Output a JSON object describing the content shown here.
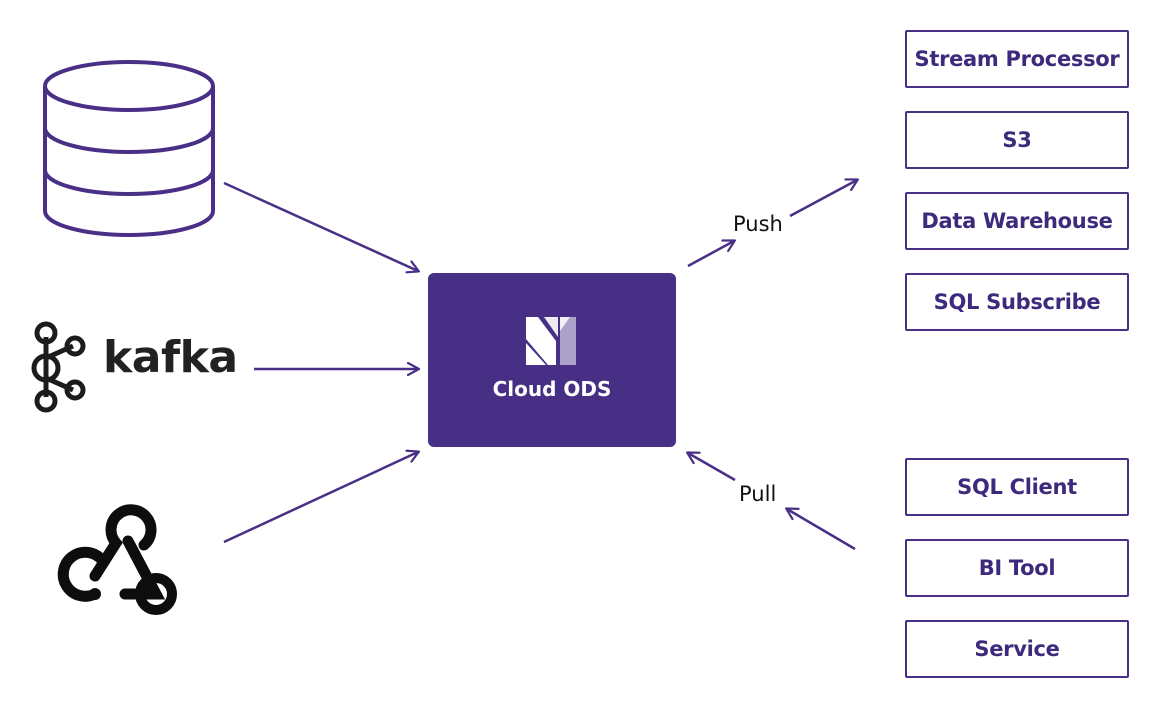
{
  "hub": {
    "label": "Cloud ODS",
    "color": "#472f85",
    "logo_icon": "materialize-logo-icon"
  },
  "sources": [
    {
      "name": "database",
      "icon": "database-icon"
    },
    {
      "name": "kafka",
      "icon": "kafka-icon",
      "label": "kafka"
    },
    {
      "name": "webhook",
      "icon": "webhook-icon"
    }
  ],
  "edge_labels": {
    "push": "Push",
    "pull": "Pull"
  },
  "push_destinations": [
    {
      "label": "Stream Processor"
    },
    {
      "label": "S3"
    },
    {
      "label": "Data Warehouse"
    },
    {
      "label": "SQL Subscribe"
    }
  ],
  "pull_clients": [
    {
      "label": "SQL Client"
    },
    {
      "label": "BI Tool"
    },
    {
      "label": "Service"
    }
  ],
  "colors": {
    "accent": "#472f85",
    "box_border": "#4a2f87",
    "box_text": "#3d2a7c",
    "arrow": "#4a2f87"
  }
}
